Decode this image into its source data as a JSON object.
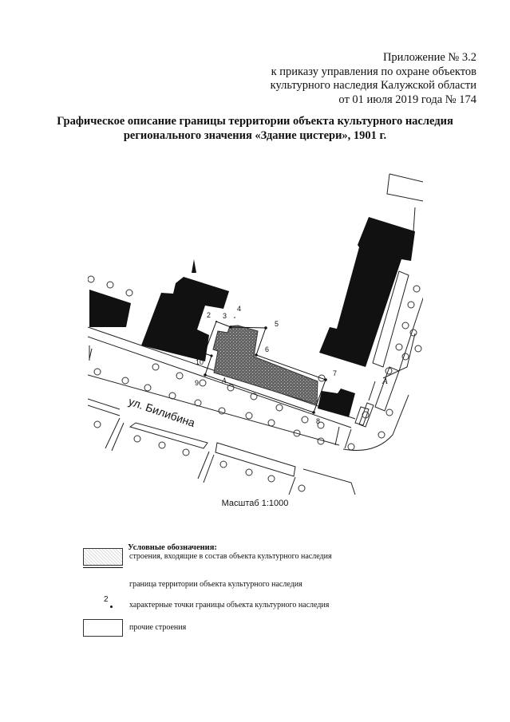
{
  "header": {
    "lines": [
      "Приложение № 3.2",
      "к приказу управления по охране объектов",
      "культурного наследия Калужской области",
      "от 01 июля 2019 года № 174"
    ]
  },
  "title": {
    "line1": "Графическое описание границы территории объекта культурного наследия",
    "line2": "регионального значения «Здание цистери», 1901 г."
  },
  "map": {
    "street_name": "ул. Билибина",
    "section_label": "А",
    "points": [
      "1",
      "2",
      "3",
      "4",
      "5",
      "6",
      "7",
      "8",
      "9",
      "10"
    ],
    "colors": {
      "building": "#111111",
      "heritage": "#555555",
      "line": "#222222"
    }
  },
  "scale": "Масштаб 1:1000",
  "legend": {
    "title": "Условные обозначения:",
    "items": [
      {
        "symbol": "stippled-rect",
        "label": "строения, входящие в состав объекта культурного наследия"
      },
      {
        "symbol": "boundary-line",
        "label": "граница территории объекта культурного наследия"
      },
      {
        "symbol": "point",
        "number": "2",
        "label": "характерные точки границы объекта культурного наследия"
      },
      {
        "symbol": "empty-rect",
        "label": "прочие строения"
      }
    ]
  }
}
